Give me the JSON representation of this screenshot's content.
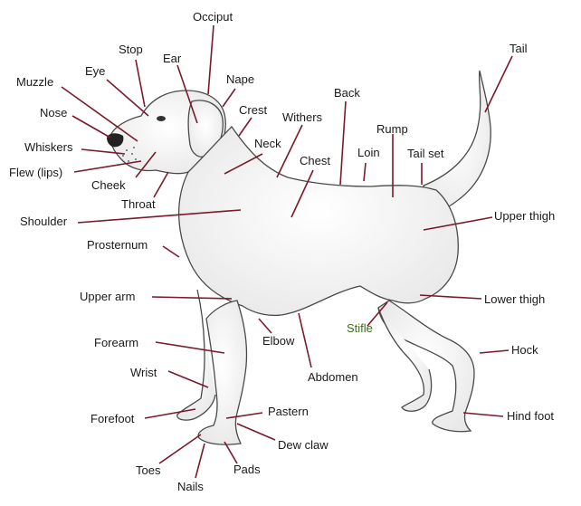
{
  "labels": {
    "occiput": "Occiput",
    "stop": "Stop",
    "ear": "Ear",
    "eye": "Eye",
    "muzzle": "Muzzle",
    "nape": "Nape",
    "nose": "Nose",
    "crest": "Crest",
    "back": "Back",
    "withers": "Withers",
    "tail": "Tail",
    "whiskers": "Whiskers",
    "neck": "Neck",
    "rump": "Rump",
    "flew": "Flew (lips)",
    "cheek": "Cheek",
    "chest": "Chest",
    "loin": "Loin",
    "tail_set": "Tail set",
    "throat": "Throat",
    "shoulder": "Shoulder",
    "upper_thigh": "Upper thigh",
    "prosternum": "Prosternum",
    "upper_arm": "Upper arm",
    "lower_thigh": "Lower thigh",
    "stifle": "Stifle",
    "forearm": "Forearm",
    "elbow": "Elbow",
    "hock": "Hock",
    "wrist": "Wrist",
    "abdomen": "Abdomen",
    "pastern": "Pastern",
    "forefoot": "Forefoot",
    "hind_foot": "Hind foot",
    "dew_claw": "Dew claw",
    "toes": "Toes",
    "pads": "Pads",
    "nails": "Nails"
  },
  "colors": {
    "leader_line": "#7a1a2b",
    "outline": "#4a4a4a",
    "text": "#1a1a1a",
    "stifle_text": "#3c6d1e"
  }
}
